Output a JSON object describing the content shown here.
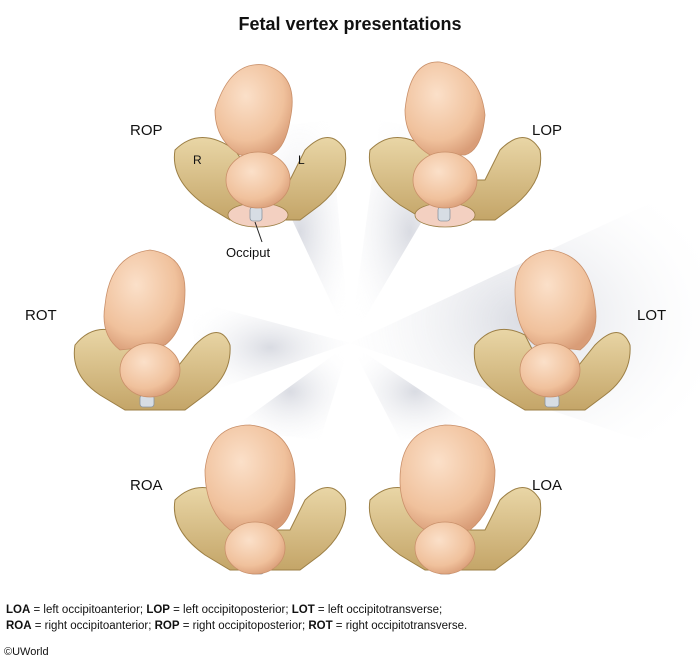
{
  "title": "Fetal vertex presentations",
  "positions": {
    "rop": "ROP",
    "lop": "LOP",
    "rot": "ROT",
    "lot": "LOT",
    "roa": "ROA",
    "loa": "LOA"
  },
  "pelvis_labels": {
    "right": "R",
    "left": "L"
  },
  "occiput_label": "Occiput",
  "legend": {
    "line1": [
      {
        "abbr": "LOA",
        "text": " = left occipitoanterior; "
      },
      {
        "abbr": "LOP",
        "text": " = left occipitoposterior; "
      },
      {
        "abbr": "LOT",
        "text": " = left occipitotransverse;"
      }
    ],
    "line2": [
      {
        "abbr": "ROA",
        "text": " = right occipitoanterior; "
      },
      {
        "abbr": "ROP",
        "text": " = right occipitoposterior; "
      },
      {
        "abbr": "ROT",
        "text": " = right occipitotransverse."
      }
    ]
  },
  "copyright": "©UWorld",
  "colors": {
    "skin": "#f2c7a4",
    "skin_shade": "#d9a582",
    "bone": "#dcc48e",
    "bone_shade": "#b89a5c",
    "ray": "#e3e6ee"
  }
}
